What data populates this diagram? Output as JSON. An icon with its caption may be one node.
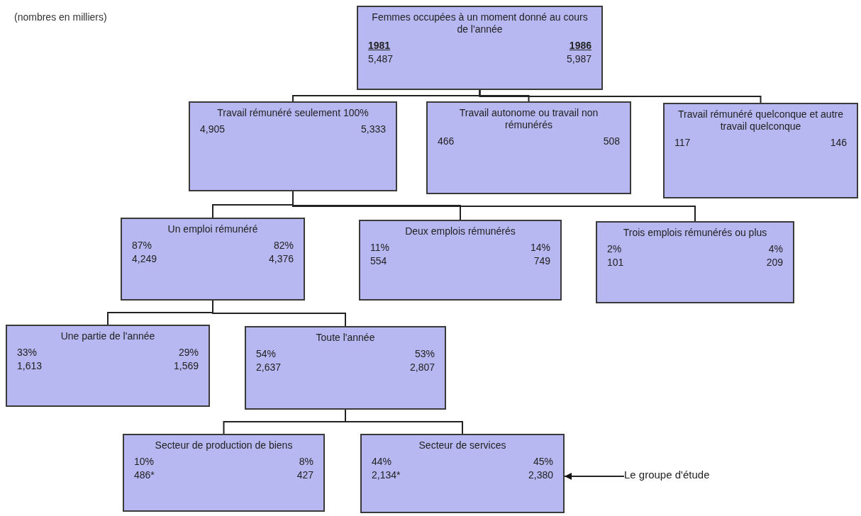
{
  "diagram": {
    "nodes": [
      {
        "text": [
          "Femmes occupées à un moment donné au cours de l'année",
          "1981",
          "1986",
          "5,487",
          "5,987"
        ]
      },
      {
        "text": [
          "Travail rémunéré seulement 100%",
          "4,905",
          "5,333"
        ]
      },
      {
        "text": [
          "Travail autonome ou travail non rémunérés",
          "466",
          "508"
        ]
      },
      {
        "text": [
          "Travail rémunéré quelconque et autre travail quelconque",
          "117",
          "146"
        ]
      },
      {
        "text": [
          "Un emploi rémunéré",
          "87%",
          "82%",
          "4,249",
          "4,376"
        ]
      },
      {
        "text": [
          "Deux emplois rémunérés",
          "11%",
          "14%",
          "554",
          "749"
        ]
      },
      {
        "text": [
          "Trois emplois rémunérés ou plus",
          "2%",
          "4%",
          "101",
          "209"
        ]
      },
      {
        "text": [
          "Une partie de l'année",
          "33%",
          "29%",
          "1,613",
          "1,569"
        ]
      },
      {
        "text": [
          "Toute l'année",
          "54%",
          "53%",
          "2,637",
          "2,807"
        ]
      },
      {
        "text": [
          "Secteur de production de biens",
          "10%",
          "8%",
          "486*",
          "427"
        ]
      },
      {
        "text": [
          "Secteur de services",
          "44%",
          "45%",
          "2,134*",
          "2,380"
        ]
      },
      {
        "text": [
          "Le groupe d'étude"
        ]
      }
    ],
    "edges": [
      {
        "from": 0,
        "to": 1,
        "arrow": "none"
      },
      {
        "from": 0,
        "to": 2,
        "arrow": "none"
      },
      {
        "from": 0,
        "to": 3,
        "arrow": "none"
      },
      {
        "from": 1,
        "to": 4,
        "arrow": "none"
      },
      {
        "from": 1,
        "to": 5,
        "arrow": "none"
      },
      {
        "from": 1,
        "to": 6,
        "arrow": "none"
      },
      {
        "from": 4,
        "to": 7,
        "arrow": "none"
      },
      {
        "from": 4,
        "to": 8,
        "arrow": "none"
      },
      {
        "from": 8,
        "to": 9,
        "arrow": "none"
      },
      {
        "from": 8,
        "to": 10,
        "arrow": "none"
      },
      {
        "from": 11,
        "to": 10,
        "arrow": "to"
      }
    ],
    "labels": [
      "(nombres en milliers)"
    ]
  }
}
